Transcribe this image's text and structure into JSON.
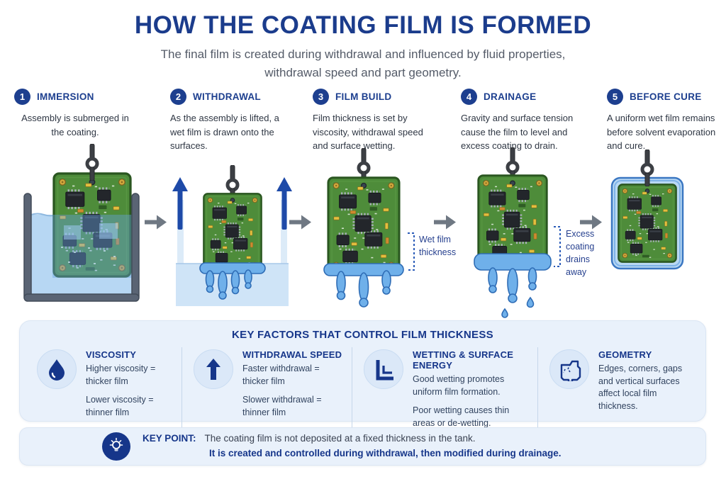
{
  "header": {
    "title": "HOW THE COATING FILM IS FORMED",
    "subtitle_line1": "The final film is created during withdrawal and influenced by fluid properties,",
    "subtitle_line2": "withdrawal speed and part geometry."
  },
  "stages": [
    {
      "num": "1",
      "label": "IMMERSION",
      "desc": "Assembly is submerged in the coating."
    },
    {
      "num": "2",
      "label": "WITHDRAWAL",
      "desc": "As the assembly is lifted, a wet film is drawn onto the surfaces."
    },
    {
      "num": "3",
      "label": "FILM BUILD",
      "desc": "Film thickness is set by viscosity, withdrawal speed and surface wetting.",
      "annotation": "Wet film thickness"
    },
    {
      "num": "4",
      "label": "DRAINAGE",
      "desc": "Gravity and surface tension cause the film to level and excess coating to drain.",
      "annotation": "Excess coating drains away"
    },
    {
      "num": "5",
      "label": "BEFORE CURE",
      "desc": "A uniform wet film remains before solvent evaporation and cure."
    }
  ],
  "key_factors": {
    "title": "KEY FACTORS THAT CONTROL FILM THICKNESS",
    "factors": [
      {
        "icon": "droplet-icon",
        "label": "VISCOSITY",
        "point1": "Higher viscosity = thicker film",
        "point2": "Lower viscosity = thinner film"
      },
      {
        "icon": "arrow-up-icon",
        "label": "WITHDRAWAL SPEED",
        "point1": "Faster withdrawal = thicker film",
        "point2": "Slower withdrawal = thinner film"
      },
      {
        "icon": "corner-wetting-icon",
        "label": "WETTING & SURFACE ENERGY",
        "point1": "Good wetting promotes uniform film formation.",
        "point2": "Poor wetting causes thin areas or de-wetting."
      },
      {
        "icon": "geometry-icon",
        "label": "GEOMETRY",
        "point1": "Edges, corners, gaps and vertical surfaces affect local film thickness."
      }
    ]
  },
  "key_point": {
    "label": "KEY POINT:",
    "line1": "The coating film is not deposited at a fixed thickness in the tank.",
    "line2": "It is created and controlled during withdrawal, then modified during drainage."
  },
  "colors": {
    "navy": "#1d3f8f",
    "title_navy": "#1b3c8c",
    "body_text": "#2e3643",
    "subtitle_gray": "#545b68",
    "liquid_blue": "#b7d7f3",
    "drip_blue": "#6fb0ea",
    "drip_outline": "#2e6cb5",
    "panel_blue": "#e9f1fb",
    "pcb_green": "#4e8c3a",
    "flow_arrow_gray": "#6f7883"
  }
}
